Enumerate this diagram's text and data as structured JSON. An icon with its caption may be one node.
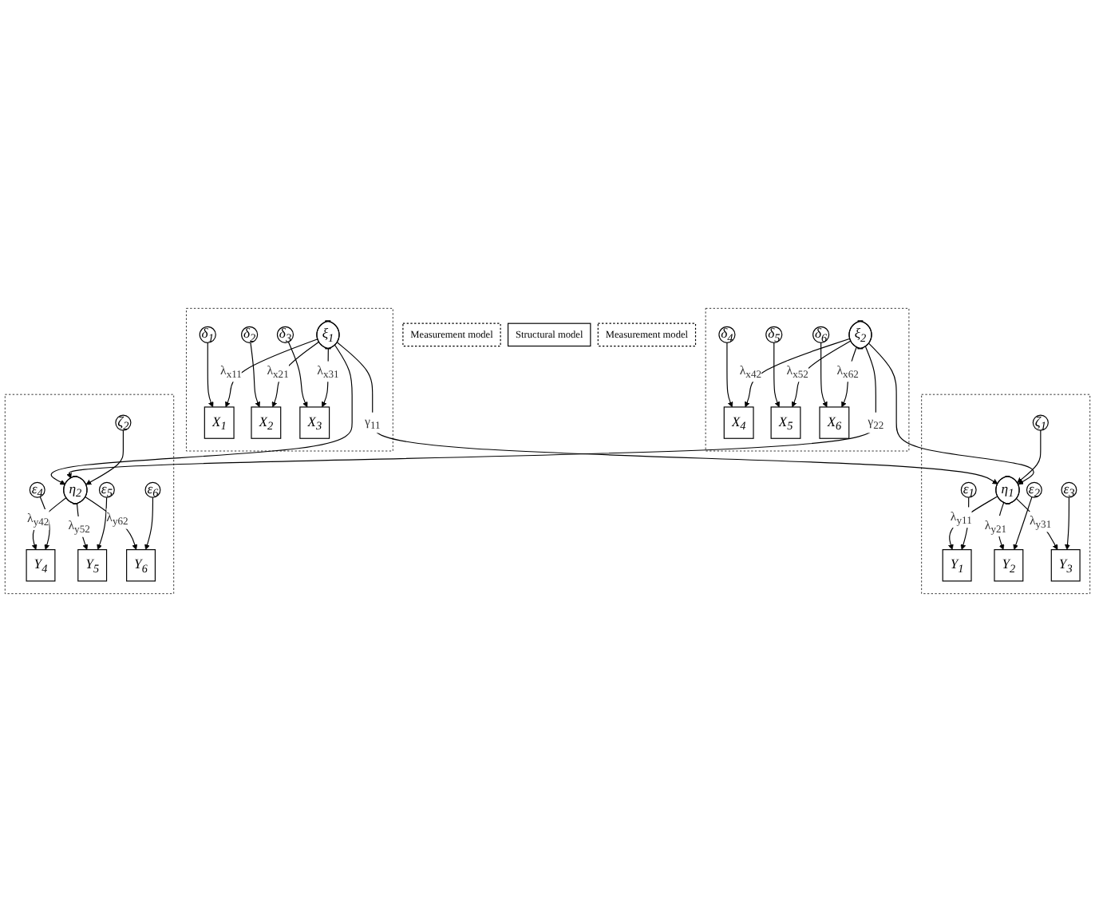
{
  "diagram": {
    "nodes": [
      {
        "text": [
          "Measurement model"
        ]
      },
      {
        "text": [
          "Structural model"
        ]
      },
      {
        "text": [
          "Measurement model"
        ]
      },
      {
        "text": [],
        "shape": "box"
      },
      {
        "text": [
          "δ$_{1}$"
        ],
        "in": 3
      },
      {
        "text": [
          "δ$_{2}$"
        ],
        "in": 3
      },
      {
        "text": [
          "δ$_{3}$"
        ],
        "in": 3
      },
      {
        "text": [
          "X$_{1}$"
        ],
        "in": 3
      },
      {
        "text": [
          "X$_{2}$"
        ],
        "in": 3
      },
      {
        "text": [
          "X$_{3}$"
        ],
        "in": 3
      },
      {
        "text": [
          "ξ$_{1}$"
        ],
        "in": 3
      },
      {
        "text": [],
        "shape": "box"
      },
      {
        "text": [
          "ζ$_{1}$"
        ],
        "in": 11
      },
      {
        "text": [
          "η$_{1}$"
        ],
        "in": 11
      },
      {
        "text": [
          "Y$_{1}$"
        ],
        "in": 11
      },
      {
        "text": [
          "Y$_{2}$"
        ],
        "in": 11
      },
      {
        "text": [
          "Y$_{3}$"
        ],
        "in": 11
      },
      {
        "text": [
          "ε$_{1}$"
        ],
        "in": 11
      },
      {
        "text": [
          "ε$_{2}$"
        ],
        "in": 11
      },
      {
        "text": [
          "ε$_{3}$"
        ],
        "in": 11
      },
      {
        "text": [],
        "shape": "box"
      },
      {
        "text": [
          "δ$_{4}$"
        ],
        "in": 20
      },
      {
        "text": [
          "δ$_{5}$"
        ],
        "in": 20
      },
      {
        "text": [
          "δ$_{6}$"
        ],
        "in": 20
      },
      {
        "text": [
          "X$_{4}$"
        ],
        "in": 20
      },
      {
        "text": [
          "X$_{5}$"
        ],
        "in": 20
      },
      {
        "text": [
          "X$_{6}$"
        ],
        "in": 20
      },
      {
        "text": [
          "ξ$_{2}$"
        ],
        "in": 20
      },
      {
        "text": [],
        "shape": "box"
      },
      {
        "text": [
          "η$_{2}$"
        ],
        "in": 28
      },
      {
        "text": [
          "ζ$_{2}$"
        ],
        "in": 28
      },
      {
        "text": [
          "Y$_{4}$"
        ],
        "in": 28
      },
      {
        "text": [
          "Y$_{5}$"
        ],
        "in": 28
      },
      {
        "text": [
          "Y$_{6}$"
        ],
        "in": 28
      },
      {
        "text": [
          "ε$_{4}$"
        ],
        "in": 28
      },
      {
        "text": [
          "ε$_{5}$"
        ],
        "in": 28
      },
      {
        "text": [
          "ε$_{6}$"
        ],
        "in": 28
      }
    ],
    "edges": [
      {
        "from": 4,
        "to": 7,
        "arrow": "to"
      },
      {
        "from": 5,
        "to": 8,
        "arrow": "to"
      },
      {
        "from": 6,
        "to": 9,
        "arrow": "to"
      },
      {
        "from": 10,
        "to": 7,
        "arrow": "to",
        "label": "λ$_{x11}$"
      },
      {
        "from": 10,
        "to": 8,
        "arrow": "to",
        "label": "λ$_{x21}$"
      },
      {
        "from": 10,
        "to": 9,
        "arrow": "to",
        "label": "λ$_{x31}$"
      },
      {
        "from": 10,
        "to": 13,
        "arrow": "to",
        "label": "γ$_{11}$"
      },
      {
        "from": 10,
        "to": 29,
        "arrow": "to"
      },
      {
        "from": 12,
        "to": 13,
        "arrow": "to"
      },
      {
        "from": 13,
        "to": 14,
        "arrow": "to",
        "label": "λ$_{y11}$"
      },
      {
        "from": 13,
        "to": 15,
        "arrow": "to",
        "label": "λ$_{y21}$"
      },
      {
        "from": 13,
        "to": 16,
        "arrow": "to",
        "label": "λ$_{y31}$"
      },
      {
        "from": 17,
        "to": 14,
        "arrow": "to"
      },
      {
        "from": 18,
        "to": 15,
        "arrow": "to"
      },
      {
        "from": 19,
        "to": 16,
        "arrow": "to"
      },
      {
        "from": 21,
        "to": 24,
        "arrow": "to"
      },
      {
        "from": 22,
        "to": 25,
        "arrow": "to"
      },
      {
        "from": 23,
        "to": 26,
        "arrow": "to"
      },
      {
        "from": 27,
        "to": 24,
        "arrow": "to",
        "label": "λ$_{x42}$"
      },
      {
        "from": 27,
        "to": 25,
        "arrow": "to",
        "label": "λ$_{x52}$"
      },
      {
        "from": 27,
        "to": 26,
        "arrow": "to",
        "label": "λ$_{x62}$"
      },
      {
        "from": 27,
        "to": 13,
        "arrow": "to"
      },
      {
        "from": 27,
        "to": 29,
        "arrow": "to",
        "label": "γ$_{22}$"
      },
      {
        "from": 30,
        "to": 29,
        "arrow": "to"
      },
      {
        "from": 29,
        "to": 31,
        "arrow": "to",
        "label": "λ$_{y42}$"
      },
      {
        "from": 29,
        "to": 32,
        "arrow": "to",
        "label": "λ$_{y52}$"
      },
      {
        "from": 29,
        "to": 33,
        "arrow": "to",
        "label": "λ$_{y62}$"
      },
      {
        "from": 34,
        "to": 31,
        "arrow": "to"
      },
      {
        "from": 35,
        "to": 32,
        "arrow": "to"
      },
      {
        "from": 36,
        "to": 33,
        "arrow": "to"
      }
    ]
  }
}
